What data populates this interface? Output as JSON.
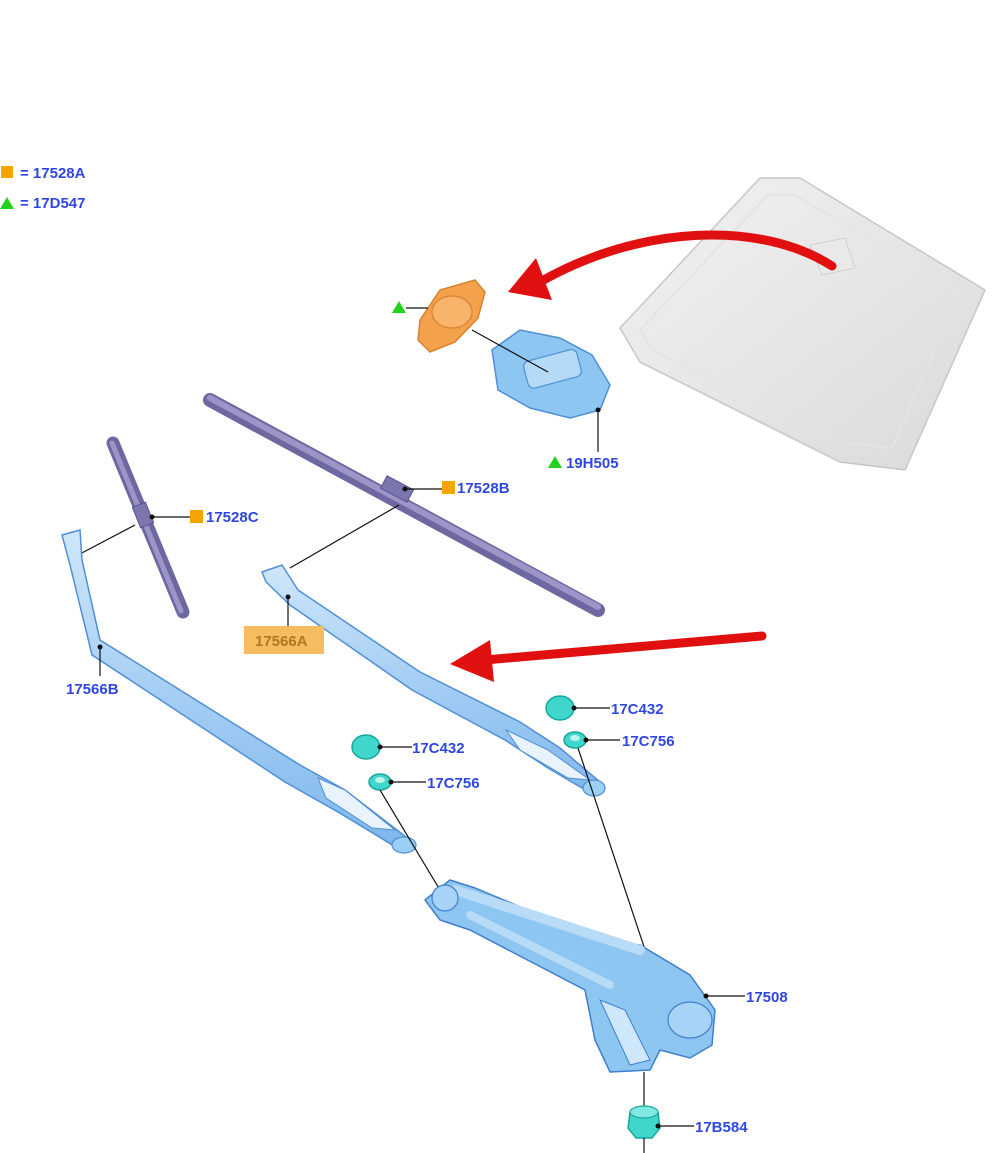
{
  "legend": {
    "square_label": "= 17528A",
    "triangle_label": "= 17D547"
  },
  "colors": {
    "label_blue": "#2f47e0",
    "marker_orange": "#f6a500",
    "marker_green": "#1fd31f",
    "arrow_red": "#e01010",
    "part_blue": "#8ec6f2",
    "blade_purple": "#8a84b8",
    "sensor_orange": "#f4a14c",
    "nut_cyan": "#3fd6cc",
    "highlight_box": "#f6bd60"
  },
  "labels": {
    "p19H505": "19H505",
    "p17528B": "17528B",
    "p17528C": "17528C",
    "p17566A": "17566A",
    "p17566B": "17566B",
    "p17C432_right": "17C432",
    "p17C756_right": "17C756",
    "p17C432_left": "17C432",
    "p17C756_left": "17C756",
    "p17508": "17508",
    "p17B584": "17B584"
  }
}
